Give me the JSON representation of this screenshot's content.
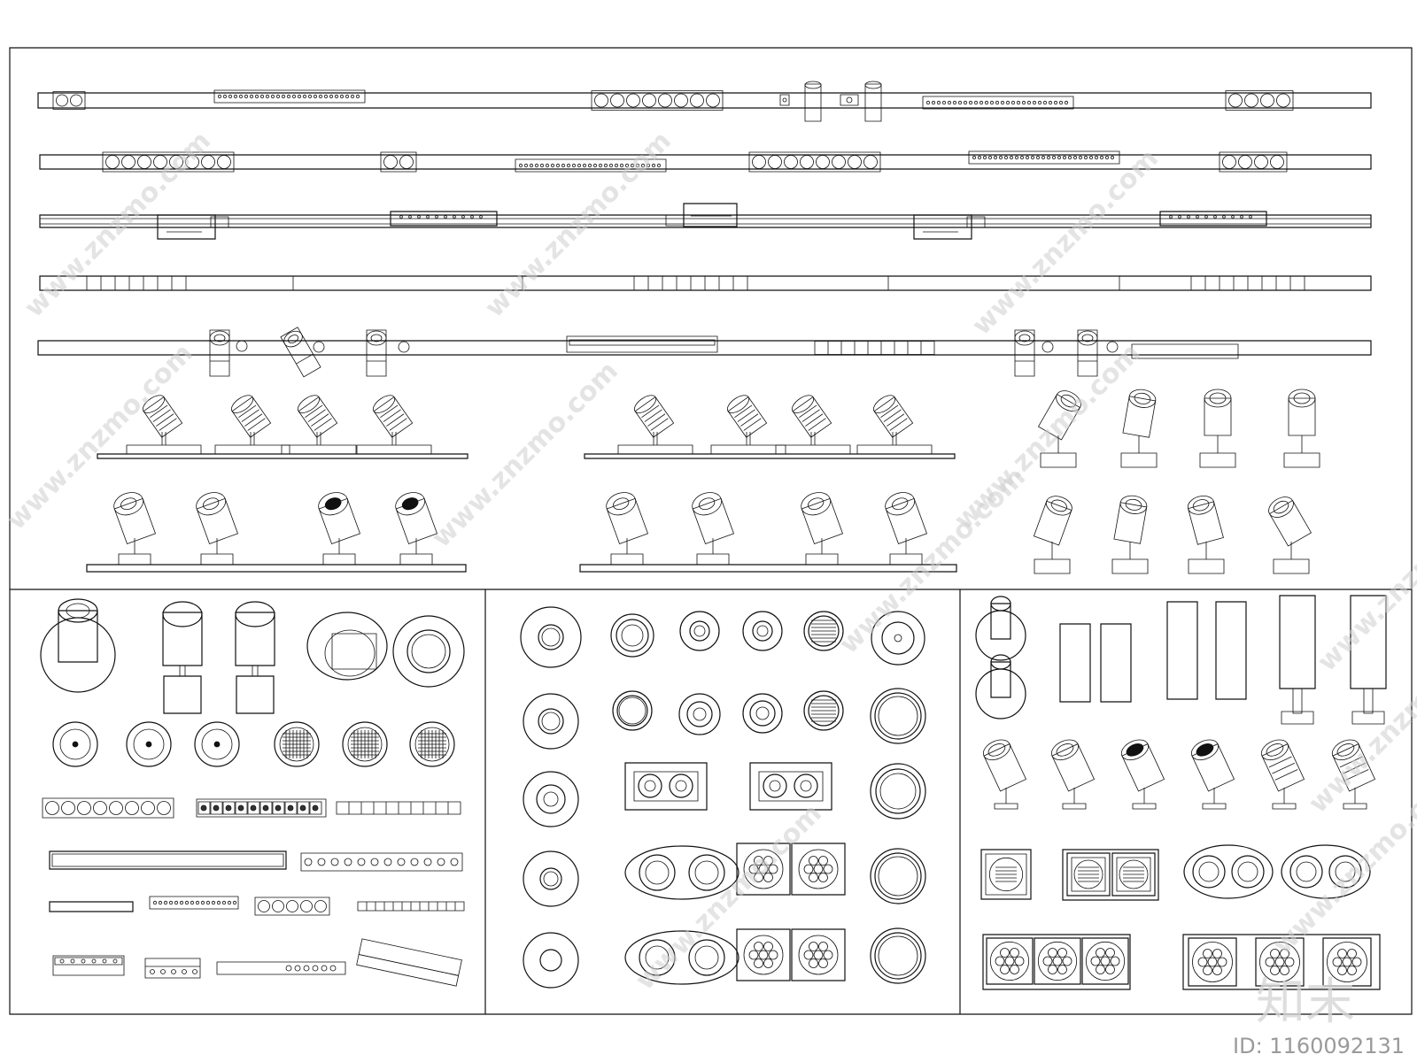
{
  "sheet": {
    "watermark": "www.znzmo.com",
    "id_label": "ID: 1160092131",
    "logo_text": "知末"
  },
  "legend": {
    "stroke_color": "#111111",
    "background_color": "#ffffff",
    "watermark_color": "#cfcfcf"
  }
}
